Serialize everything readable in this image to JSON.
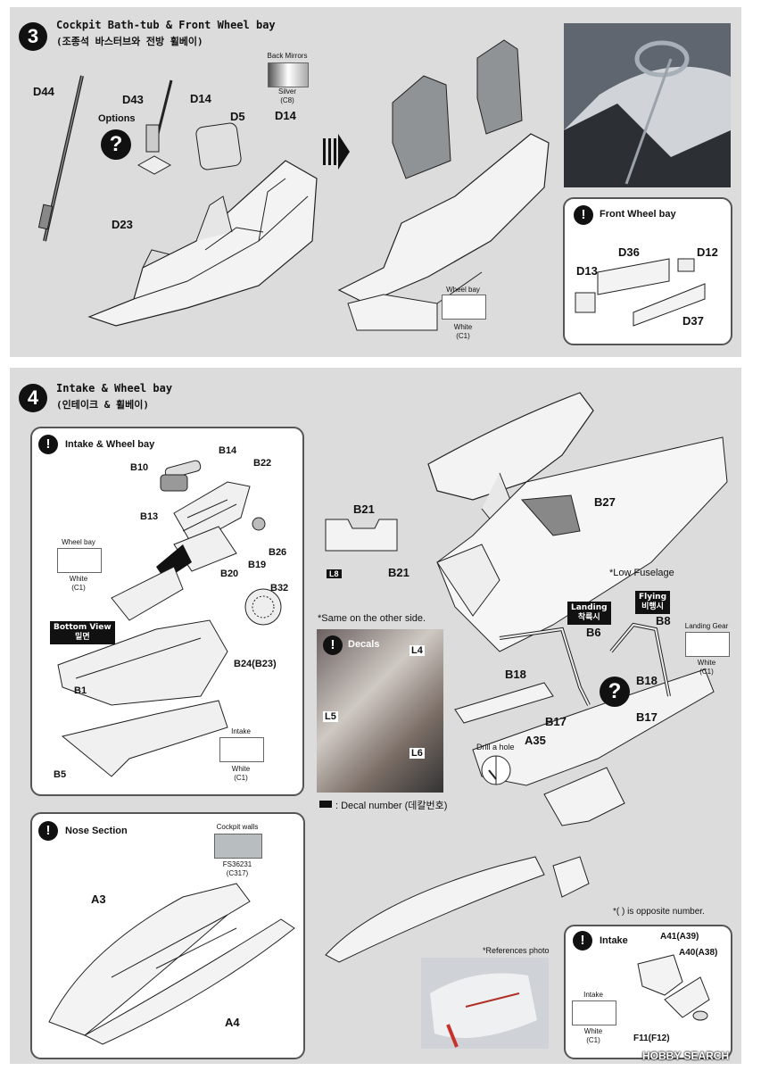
{
  "step3": {
    "number": "3",
    "title": "Cockpit Bath-tub & Front Wheel bay",
    "title_ko": "(조종석 바스터브와 전방 휠베이)",
    "options_label": "Options",
    "parts": {
      "d44": "D44",
      "d43": "D43",
      "d14a": "D14",
      "d5": "D5",
      "d14b": "D14",
      "d23": "D23"
    },
    "color_back_mirrors": {
      "name": "Back Mirrors",
      "color_name": "Silver",
      "code": "(C8)"
    },
    "color_wheel_bay": {
      "name": "Wheel bay",
      "color_name": "White",
      "code": "(C1)"
    },
    "front_wheel_bay": {
      "title": "Front Wheel bay",
      "parts": {
        "d36": "D36",
        "d12": "D12",
        "d13": "D13",
        "d37": "D37"
      }
    }
  },
  "step4": {
    "number": "4",
    "title": "Intake & Wheel bay",
    "title_ko": "(인테이크 & 휠베이)",
    "intake_box": {
      "title": "Intake & Wheel bay",
      "parts": {
        "b14": "B14",
        "b10": "B10",
        "b22": "B22",
        "b13": "B13",
        "b26": "B26",
        "b19": "B19",
        "b20": "B20",
        "b32": "B32",
        "b24": "B24(B23)",
        "b1": "B1",
        "b5": "B5"
      },
      "color_wheel_bay": {
        "name": "Wheel bay",
        "color_name": "White",
        "code": "(C1)"
      },
      "color_intake": {
        "name": "Intake",
        "color_name": "White",
        "code": "(C1)"
      },
      "bottom_view": "Bottom View\n밑면"
    },
    "b21_top": "B21",
    "b21_label": "B21",
    "decal_l8": "L8",
    "b27": "B27",
    "low_fuselage": "*Low Fuselage",
    "same_other_side": "*Same on the other side.",
    "decals": {
      "title": "Decals",
      "l4": "L4",
      "l5": "L5",
      "l6": "L6",
      "legend": ": Decal number (데칼번호)"
    },
    "landing_tag": "Landing\n착륙시",
    "flying_tag": "Flying\n비행시",
    "b6": "B6",
    "b8": "B8",
    "b18a": "B18",
    "b18b": "B18",
    "b17a": "B17",
    "b17b": "B17",
    "a35": "A35",
    "drill": "Drill a hole",
    "color_landing_gear": {
      "name": "Landing Gear",
      "color_name": "White",
      "code": "(C1)"
    },
    "nose_section": {
      "title": "Nose Section",
      "a3": "A3",
      "a4": "A4",
      "color_cockpit_walls": {
        "name": "Cockpit walls",
        "code": "FS36231",
        "code2": "(C317)"
      }
    },
    "references_photo": "*References photo",
    "opposite_note": "*(  ) is opposite number.",
    "intake_detail": {
      "title": "Intake",
      "a41": "A41(A39)",
      "a40": "A40(A38)",
      "f11": "F11(F12)",
      "color_intake": {
        "name": "Intake",
        "color_name": "White",
        "code": "(C1)"
      }
    }
  },
  "watermark": "HOBBY SEARCH",
  "colors": {
    "panel": "#dcdcdc",
    "ink": "#111111",
    "border": "#555555",
    "swatch_gray": "#b8bdc0"
  }
}
